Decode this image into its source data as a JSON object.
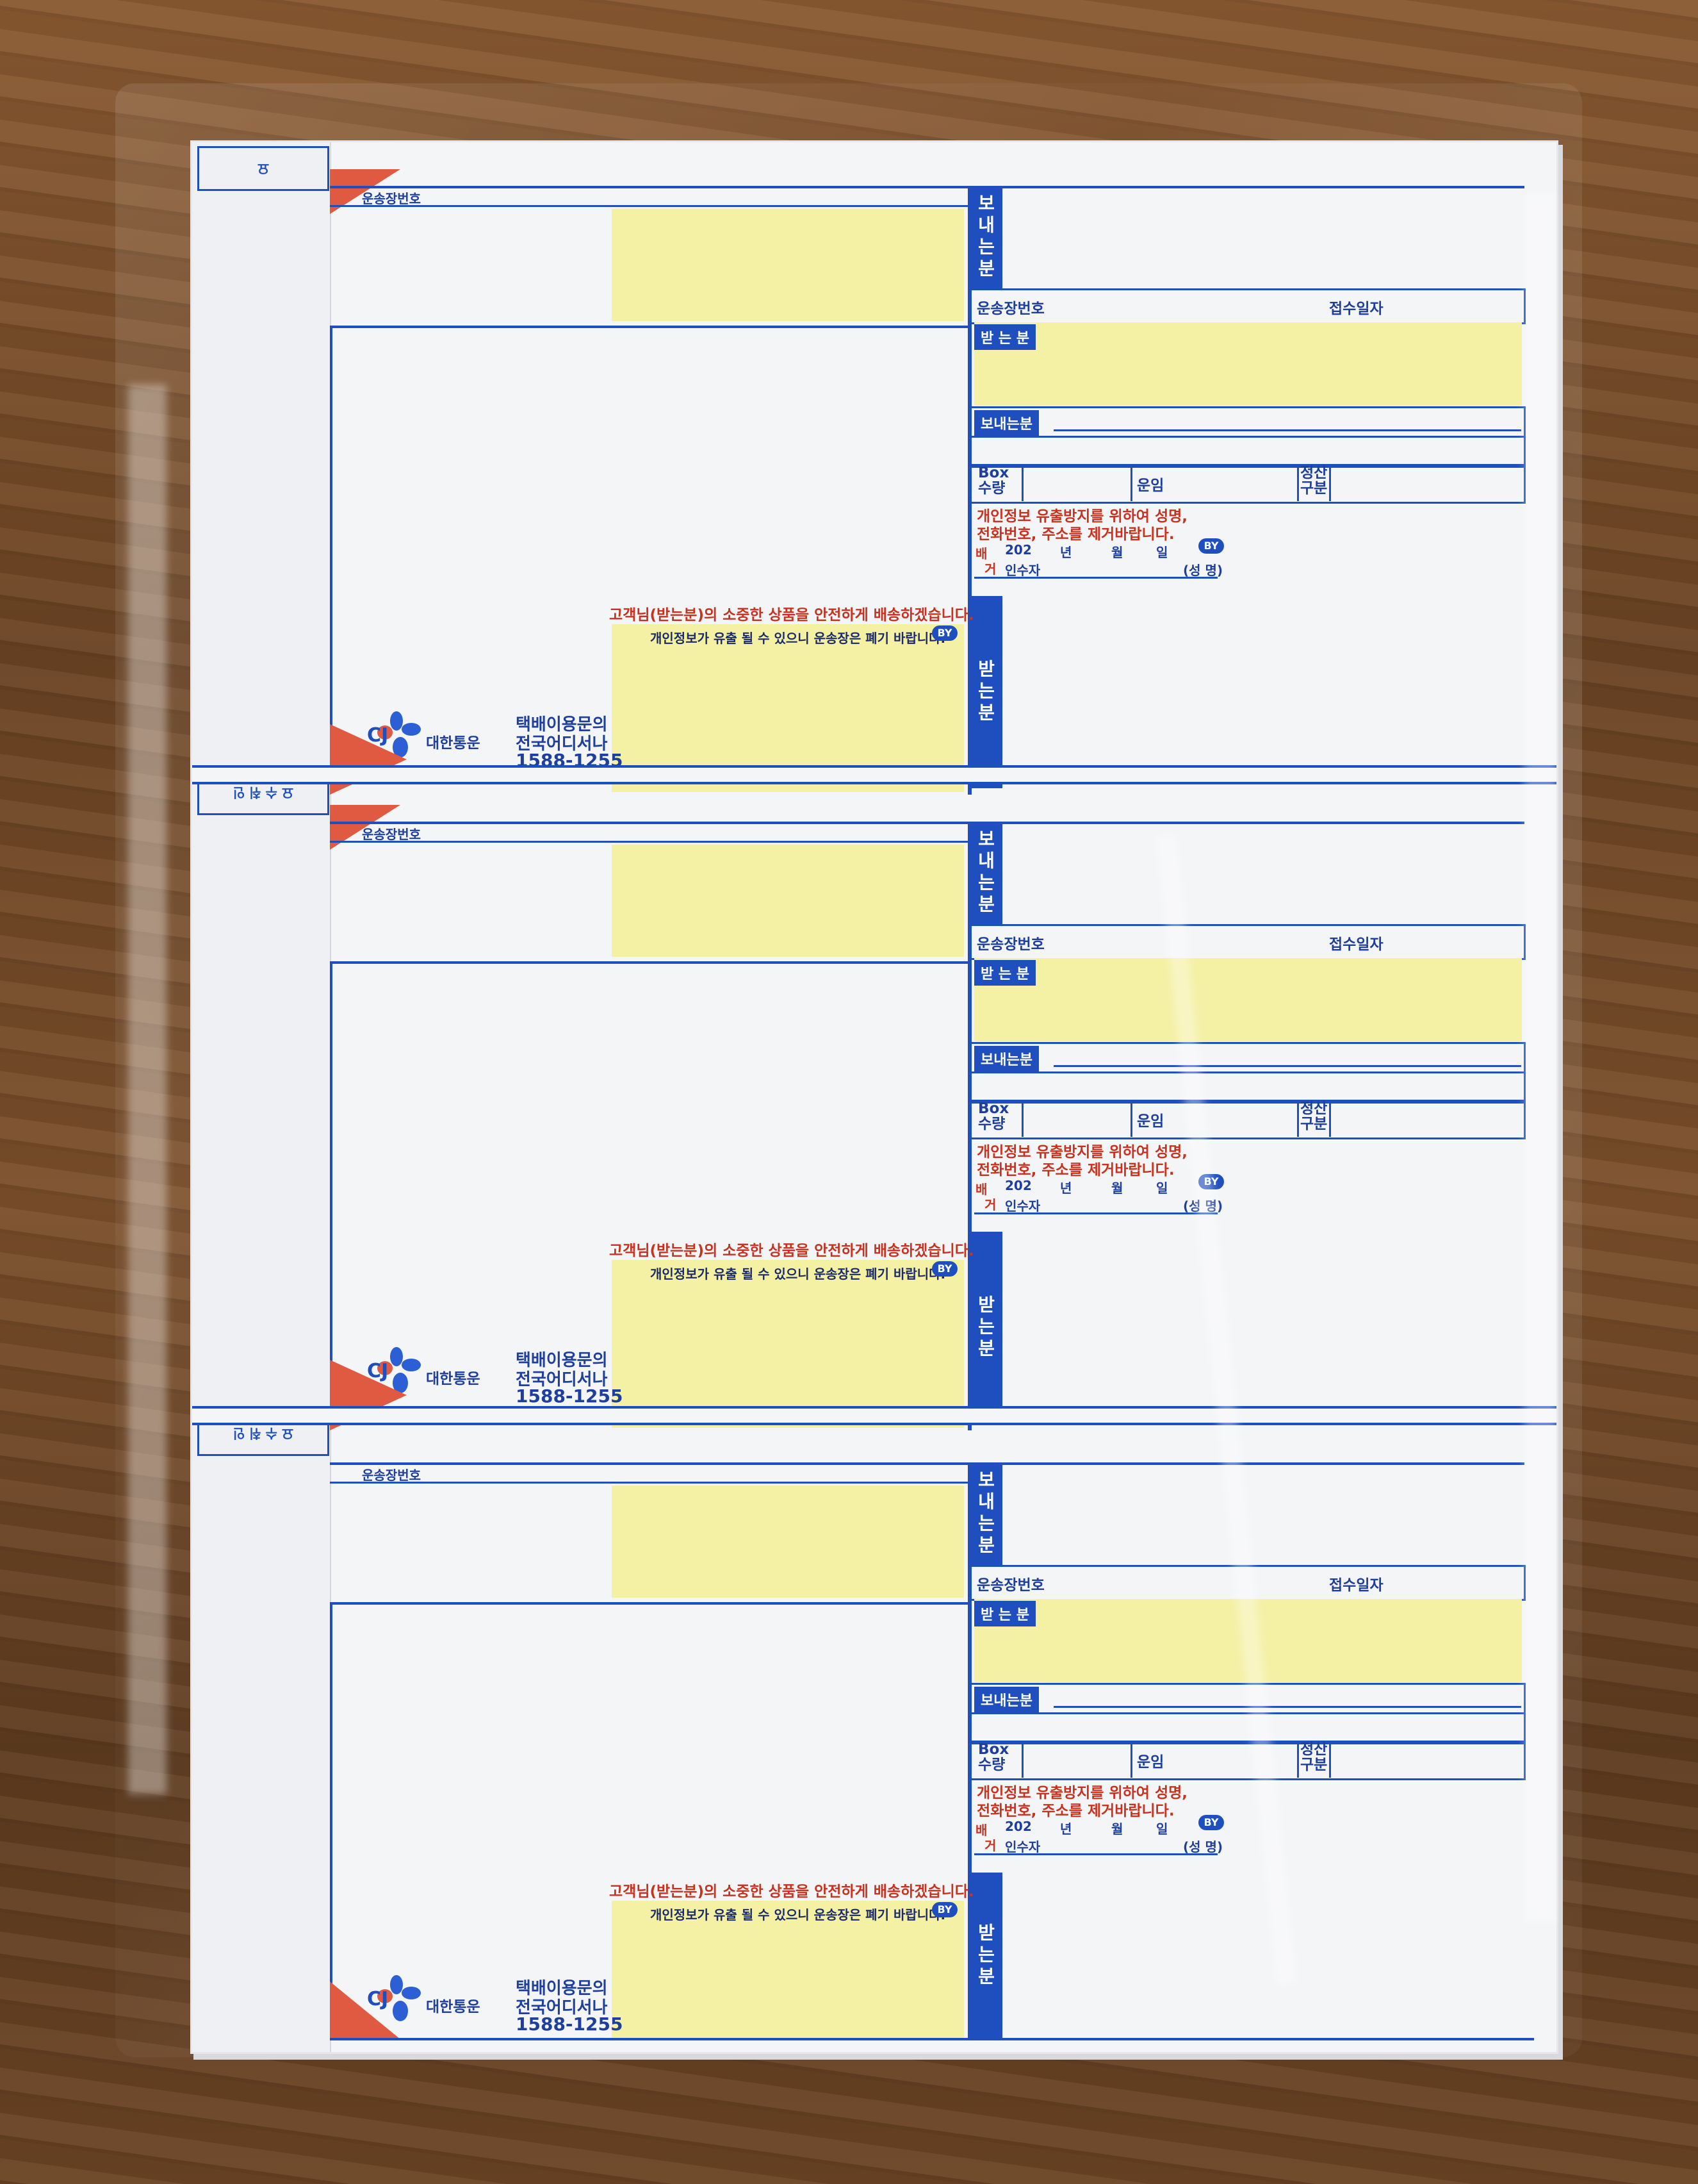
{
  "label": {
    "waybill_number": "운송장번호",
    "sender_vertical": "보내는분",
    "receiver_vertical": "받는분",
    "receipt_date": "접수일자",
    "receiver_pill": "받 는 분",
    "sender_pill": "보내는분",
    "box_qty_1": "Box",
    "box_qty_2": "수량",
    "fare": "운임",
    "settle_1": "정산",
    "settle_2": "구분",
    "privacy_red_1": "개인정보 유출방지를 위하여 성명,",
    "privacy_red_2": "전화번호, 주소를 제거바랍니다.",
    "year": "202",
    "year_unit": "년",
    "month": "월",
    "day": "일",
    "receiver_sign": "인수자",
    "sign_name": "(성 명)",
    "by_mark": "BY",
    "stamp_1": "배",
    "stamp_2": "거",
    "customer_msg": "고객님(받는분)의 소중한 상품을 안전하게 배송하겠습니다.",
    "dispose_msg": "개인정보가 유출 될 수 있으니 운송장은 폐기 바랍니다.",
    "service_1": "택배이용문의",
    "service_2": "전국어디서나",
    "phone": "1588-1255",
    "brand_cj": "CJ",
    "brand_name": "대한통운"
  },
  "stub": {
    "line_1": "요",
    "line_2": "수",
    "line_3": "취",
    "line_4": "인"
  },
  "colors": {
    "blue": "#1f4fbf",
    "yellow": "#f4f0a4",
    "red_accent": "#e05a42"
  }
}
